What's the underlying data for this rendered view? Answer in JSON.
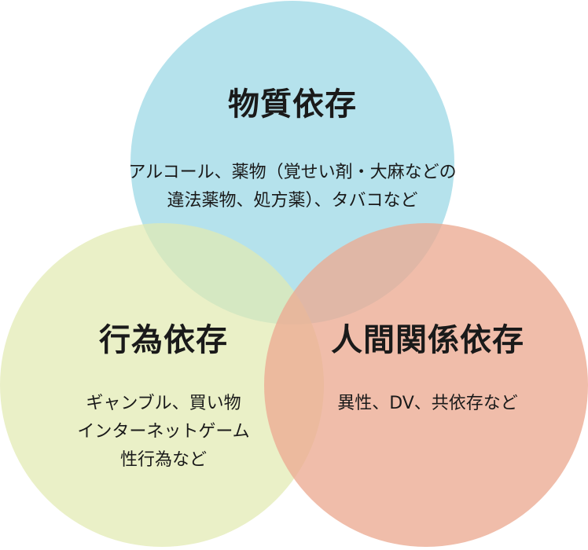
{
  "colors": {
    "substance": "#a8dde9",
    "behavior": "#e2eab1",
    "relationship": "#ecaa92"
  },
  "circles": {
    "substance": {
      "title": "物質依存",
      "lines": [
        "アルコール、薬物（覚せい剤・大麻などの",
        "違法薬物、処方薬）、タバコなど"
      ]
    },
    "behavior": {
      "title": "行為依存",
      "lines": [
        "ギャンブル、買い物",
        "インターネットゲーム",
        "性行為など"
      ]
    },
    "relationship": {
      "title": "人間関係依存",
      "lines": [
        "異性、DV、共依存など"
      ]
    }
  }
}
